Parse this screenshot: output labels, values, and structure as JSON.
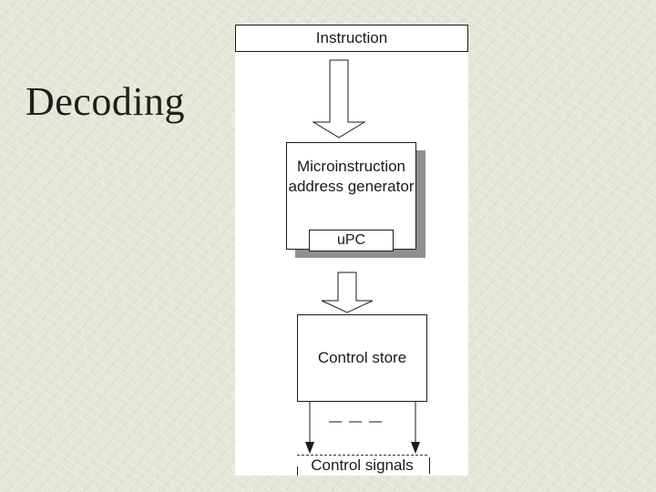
{
  "slide": {
    "title": "Decoding"
  },
  "diagram": {
    "instruction_label": "Instruction",
    "generator_label": "Microinstruction address generator",
    "upc_label": "uPC",
    "control_store_label": "Control store",
    "control_signals_label": "Control signals"
  }
}
